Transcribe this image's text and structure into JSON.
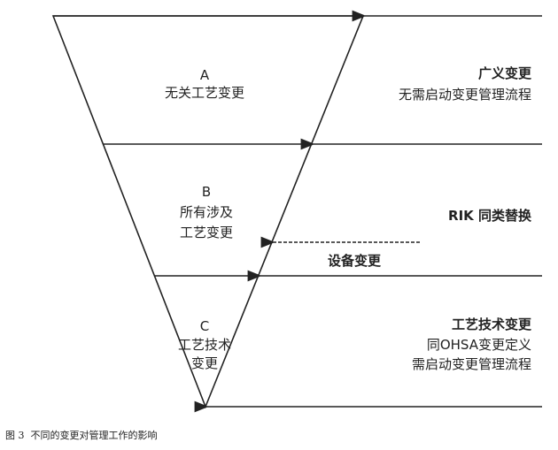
{
  "levels": {
    "a": {
      "letter": "A",
      "line1": "无关工艺变更"
    },
    "b": {
      "letter": "B",
      "line1": "所有涉及",
      "line2": "工艺变更"
    },
    "c": {
      "letter": "C",
      "line1": "工艺技术",
      "line2": "变更"
    }
  },
  "right": {
    "broad_title": "广义变更",
    "broad_desc": "无需启动变更管理流程",
    "rik": "RIK 同类替换",
    "equipment": "设备变更",
    "tech_title": "工艺技术变更",
    "tech_desc1": "同OHSA变更定义",
    "tech_desc2": "需启动变更管理流程"
  },
  "caption": "图 3  不同的变更对管理工作的影响"
}
